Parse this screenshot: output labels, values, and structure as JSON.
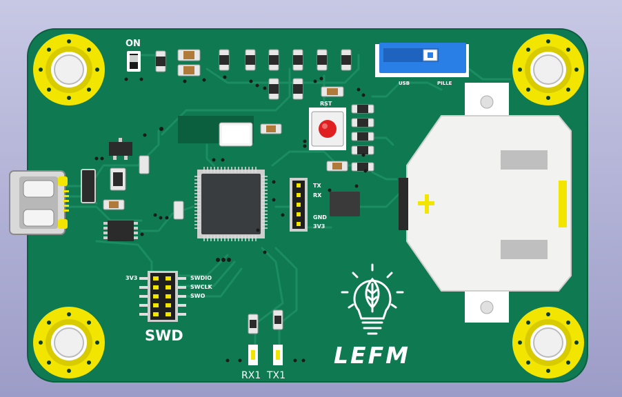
{
  "board": {
    "silk_on": "ON",
    "silk_rst": "RST",
    "silk_usb": "USB",
    "silk_pile": "PILLE",
    "silk_tx": "TX",
    "silk_rx": "RX",
    "silk_gnd": "GND",
    "silk_3v3": "3V3",
    "silk_swd_3v3": "3V3",
    "silk_swdio": "SWDIO",
    "silk_swclk": "SWCLK",
    "silk_swo": "SWO",
    "silk_swd": "SWD",
    "silk_rx1": "RX1",
    "silk_tx1": "TX1",
    "logo_text": "LEFM"
  },
  "colors": {
    "pcb": "#0f7a52",
    "pcb_dark": "#0b5e3e",
    "copper_track": "#1c8c62",
    "mount_pad": "#f2e600",
    "switch_blue": "#2a7fe6",
    "button_red": "#e02020",
    "silkscreen": "#ffffff"
  },
  "icons": {
    "mounting_hole": "mounting-hole-icon",
    "logo": "lightbulb-leaf-icon"
  }
}
